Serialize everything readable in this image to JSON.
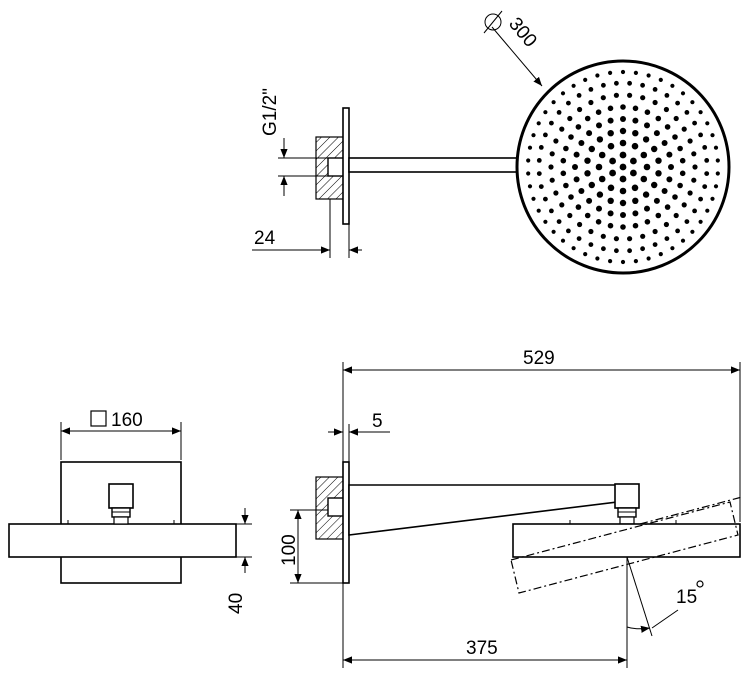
{
  "top_view": {
    "diameter_label": "300",
    "thread_label": "G1/2\"",
    "wall_depth_label": "24"
  },
  "front_view": {
    "plate_label": "160",
    "thickness_label": "40"
  },
  "side_view": {
    "total_length_label": "529",
    "flange_label": "5",
    "height_label": "100",
    "center_distance_label": "375",
    "tilt_angle_label": "15"
  }
}
